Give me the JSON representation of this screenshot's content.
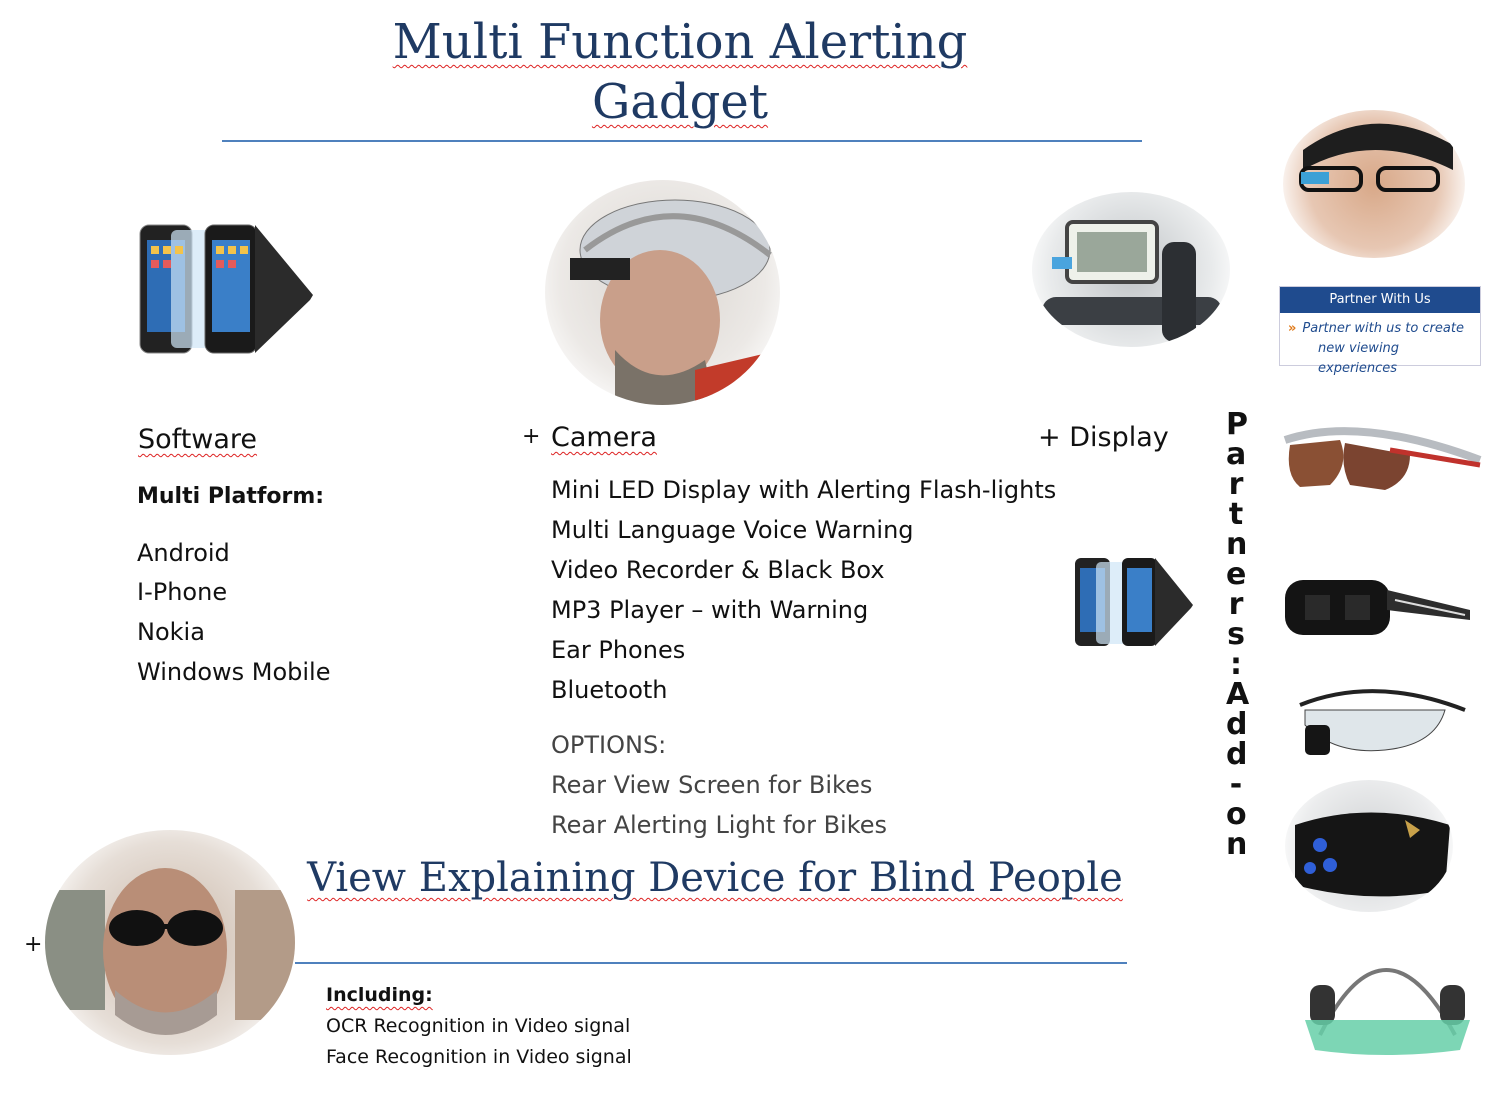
{
  "header": {
    "title_line1": "Multi Function Alerting",
    "title_line2": "Gadget"
  },
  "columns": {
    "software": {
      "label": "Software",
      "platform_heading": "Multi Platform:",
      "platforms": [
        "Android",
        "I-Phone",
        "Nokia",
        "Windows Mobile"
      ]
    },
    "camera": {
      "prefix": "+",
      "label": "Camera",
      "features": [
        "Mini LED Display with Alerting Flash-lights",
        "Multi Language Voice Warning",
        "Video Recorder & Black Box",
        "MP3 Player – with Warning",
        "Ear Phones",
        "Bluetooth"
      ],
      "options_heading": "OPTIONS:",
      "options": [
        "Rear View Screen for Bikes",
        "Rear Alerting Light for Bikes"
      ]
    },
    "display": {
      "label": "+ Display"
    }
  },
  "partners": {
    "vertical_text": "Partners : Add-on",
    "box_title": "Partner With Us",
    "box_line1": "Partner with us to create",
    "box_line2": "new viewing experiences",
    "box_arrow": "»"
  },
  "blind": {
    "plus": "+",
    "title": "View Explaining Device for Blind People",
    "including_heading": "Including:",
    "items": [
      "OCR Recognition in Video signal",
      "Face Recognition in Video signal"
    ]
  },
  "colors": {
    "title": "#1f3a63",
    "rule": "#4f81bd",
    "partner_header": "#1f4b8e"
  }
}
